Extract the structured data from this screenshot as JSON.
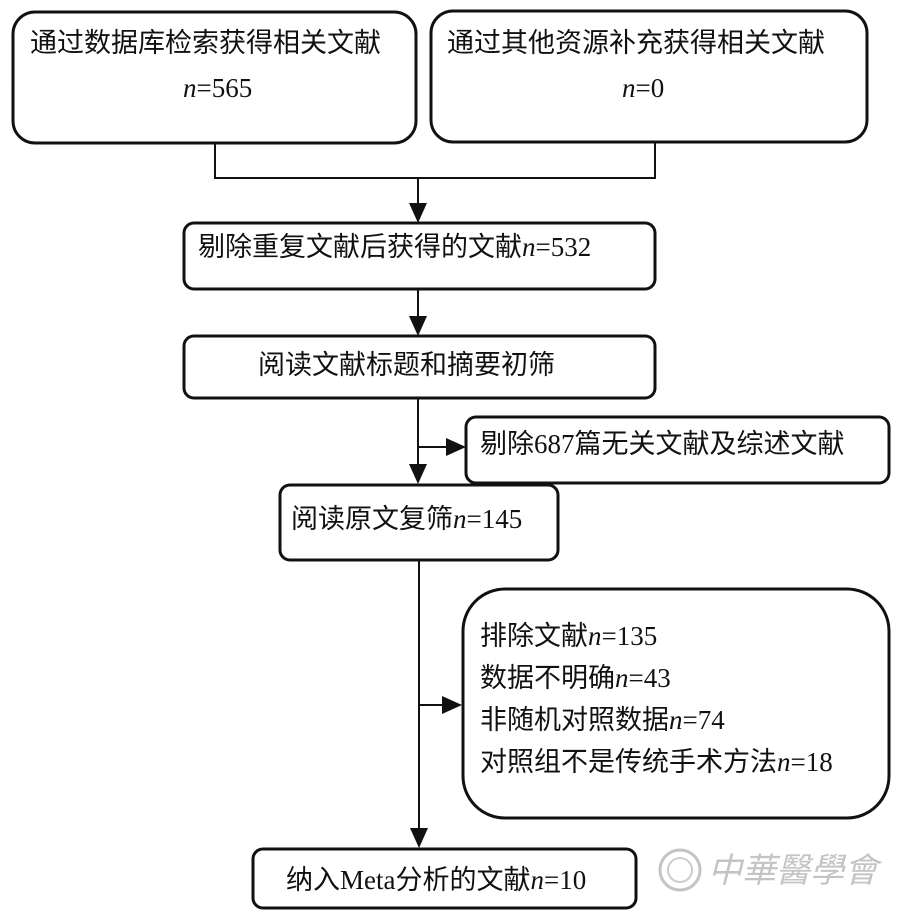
{
  "watermark": "中華醫學會",
  "nodes": {
    "db_search": {
      "label": "通过数据库检索获得相关文献",
      "n": "n",
      "count": "=565"
    },
    "other_sources": {
      "label": "通过其他资源补充获得相关文献",
      "n": "n",
      "count": "=0"
    },
    "after_dedup": {
      "label": "剔除重复文献后获得的文献",
      "n": "n",
      "count": "=532"
    },
    "title_abstract": {
      "label": "阅读文献标题和摘要初筛"
    },
    "excluded_irrelevant": {
      "label": "剔除687篇无关文献及综述文献"
    },
    "fulltext": {
      "label": "阅读原文复筛",
      "n": "n",
      "count": "=145"
    },
    "excluded": {
      "lines": [
        {
          "label": "排除文献",
          "n": "n",
          "count": "=135"
        },
        {
          "label": "数据不明确",
          "n": "n",
          "count": "=43"
        },
        {
          "label": "非随机对照数据",
          "n": "n",
          "count": "=74"
        },
        {
          "label": "对照组不是传统手术方法",
          "n": "n",
          "count": "=18"
        }
      ]
    },
    "included": {
      "label": "纳入Meta分析的文献",
      "n": "n",
      "count": "=10"
    }
  }
}
